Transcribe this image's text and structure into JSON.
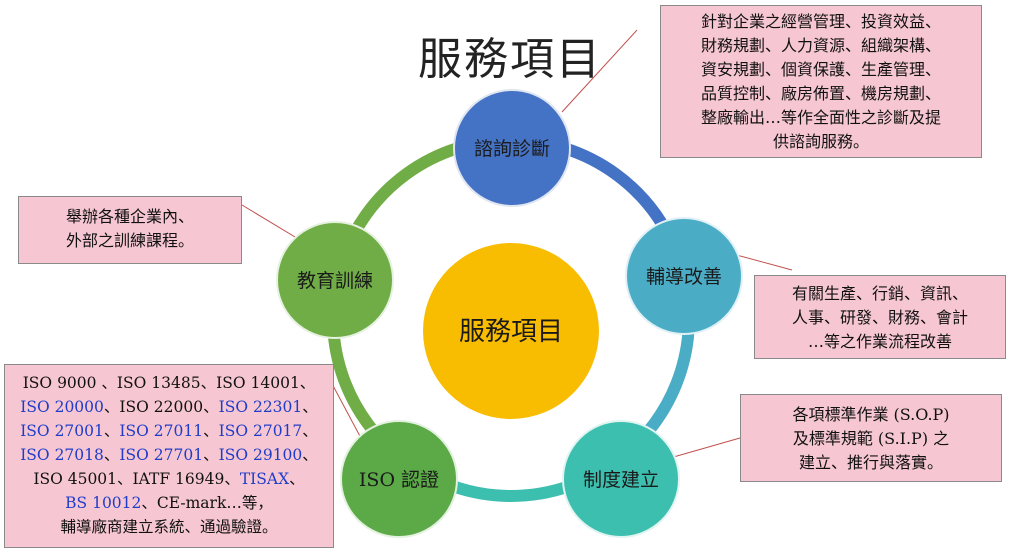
{
  "title": "服務項目",
  "center": {
    "label": "服務項目",
    "color": "#F8BC00"
  },
  "ring": {
    "colors": [
      "#4472C4",
      "#4BACC6",
      "#3CBFAE",
      "#70AD47"
    ]
  },
  "nodes": [
    {
      "id": "consult",
      "label": "諮詢診斷",
      "color": "#4472C4"
    },
    {
      "id": "coach",
      "label": "輔導改善",
      "color": "#4BACC6"
    },
    {
      "id": "system",
      "label": "制度建立",
      "color": "#3CBFAE"
    },
    {
      "id": "cert",
      "label": "ISO 認證",
      "color": "#5BAA47"
    },
    {
      "id": "training",
      "label": "教育訓練",
      "color": "#70AD47"
    }
  ],
  "boxes": {
    "consult": {
      "lines": [
        "針對企業之經營管理、投資效益、",
        "財務規劃、人力資源、組織架構、",
        "資安規劃、個資保護、生產管理、",
        "品質控制、廠房佈置、機房規劃、",
        "整廠輸出…等作全面性之診斷及提",
        "供諮詢服務。"
      ]
    },
    "coach": {
      "lines": [
        "有關生產、行銷、資訊、",
        "人事、研發、財務、會計",
        "…等之作業流程改善"
      ]
    },
    "system": {
      "lines": [
        "各項標準作業 (S.O.P)",
        "及標準規範 (S.I.P) 之",
        "建立、推行與落實。"
      ]
    },
    "training": {
      "lines": [
        "舉辦各種企業內、",
        "外部之訓練課程。"
      ]
    },
    "cert": {
      "rows": [
        [
          {
            "t": "ISO 9000 、ISO 13485、ISO 14001、",
            "b": false
          }
        ],
        [
          {
            "t": "ISO 20000",
            "b": true
          },
          {
            "t": "、ISO 22000、",
            "b": false
          },
          {
            "t": "ISO 22301",
            "b": true
          },
          {
            "t": "、",
            "b": false
          }
        ],
        [
          {
            "t": "ISO 27001",
            "b": true
          },
          {
            "t": "、",
            "b": false
          },
          {
            "t": "ISO 27011",
            "b": true
          },
          {
            "t": "、",
            "b": false
          },
          {
            "t": "ISO 27017",
            "b": true
          },
          {
            "t": "、",
            "b": false
          }
        ],
        [
          {
            "t": "ISO 27018",
            "b": true
          },
          {
            "t": "、",
            "b": false
          },
          {
            "t": "ISO 27701",
            "b": true
          },
          {
            "t": "、",
            "b": false
          },
          {
            "t": "ISO 29100",
            "b": true
          },
          {
            "t": "、",
            "b": false
          }
        ],
        [
          {
            "t": "ISO 45001、IATF 16949、",
            "b": false
          },
          {
            "t": "TISAX",
            "b": true
          },
          {
            "t": "、",
            "b": false
          }
        ],
        [
          {
            "t": "BS 10012",
            "b": true
          },
          {
            "t": "、CE-mark…等，",
            "b": false
          }
        ],
        [
          {
            "t": "輔導廠商建立系統、通過驗證。",
            "b": false
          }
        ]
      ]
    }
  }
}
